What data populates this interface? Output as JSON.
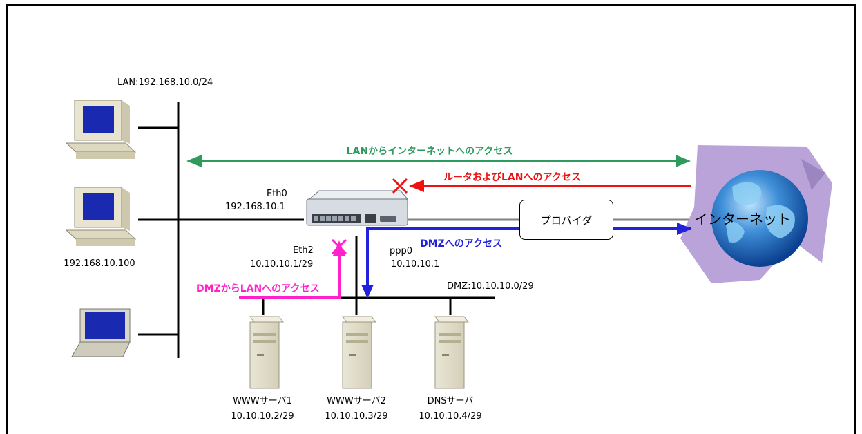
{
  "lan": {
    "network_label": "LAN:192.168.10.0/24",
    "pc2_ip": "192.168.10.100"
  },
  "router": {
    "eth0_label": "Eth0",
    "eth0_ip": "192.168.10.1",
    "eth2_label": "Eth2",
    "eth2_ip": "10.10.10.1/29",
    "ppp0_label": "ppp0",
    "ppp0_ip": "10.10.10.1"
  },
  "dmz": {
    "network_label": "DMZ:10.10.10.0/29",
    "servers": [
      {
        "name": "WWWサーバ1",
        "ip": "10.10.10.2/29"
      },
      {
        "name": "WWWサーバ2",
        "ip": "10.10.10.3/29"
      },
      {
        "name": "DNSサーバ",
        "ip": "10.10.10.4/29"
      }
    ]
  },
  "provider_label": "プロバイダ",
  "internet_label": "インターネット",
  "flows": {
    "lan_to_internet": {
      "label": "LANからインターネットへのアクセス",
      "color": "#2e9a5e"
    },
    "to_router_lan": {
      "label": "ルータおよびLANへのアクセス",
      "color": "#ee1111"
    },
    "to_dmz": {
      "label": "DMZへのアクセス",
      "color": "#2222dd"
    },
    "dmz_to_lan": {
      "label": "DMZからLANへのアクセス",
      "color": "#ff22cc"
    }
  },
  "colors": {
    "lines": "#000000",
    "provider_line": "#808080",
    "globe_ocean": "#2a6fc0",
    "globe_land": "#5fb8e8",
    "globe_backdrop": "#b9a3d8"
  }
}
